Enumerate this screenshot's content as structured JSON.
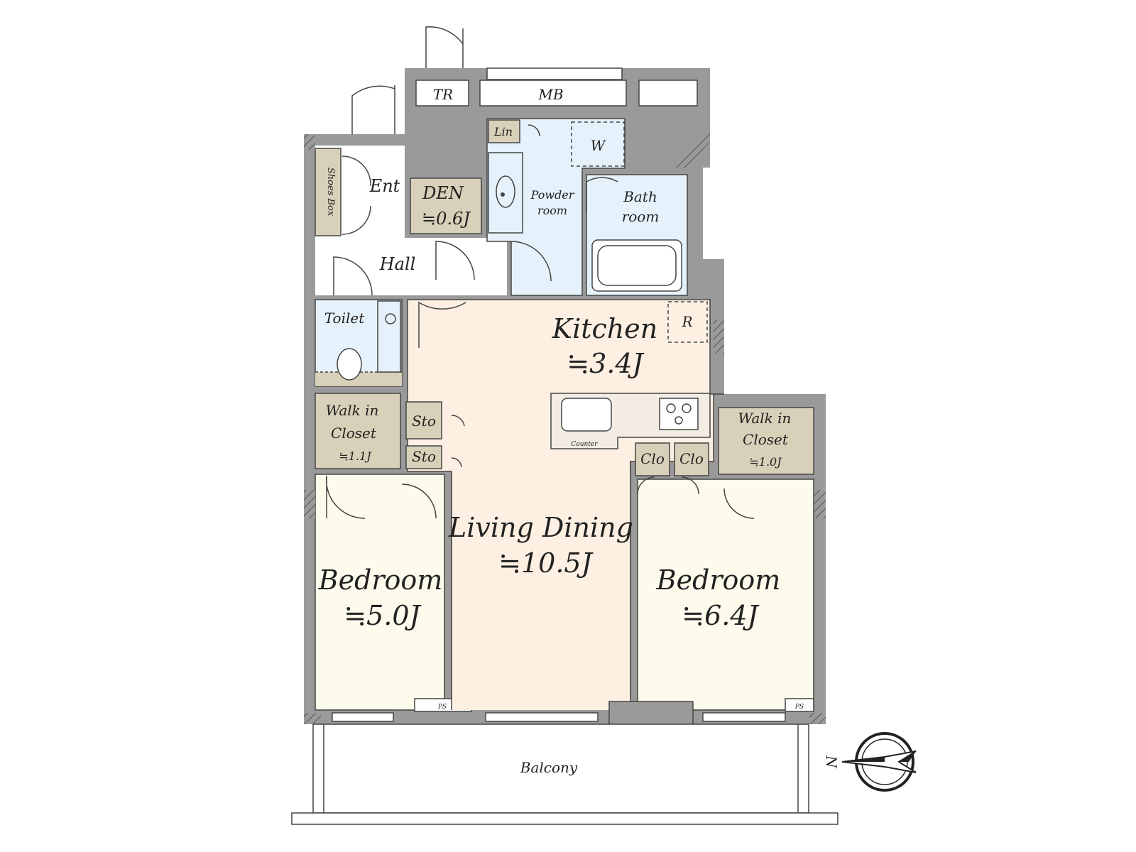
{
  "rooms": {
    "tr": "TR",
    "mb": "MB",
    "lin": "Lin",
    "w": "W",
    "ent": "Ent",
    "shoes_box": "Shoes Box",
    "den": "DEN",
    "den_size": "≒0.6J",
    "powder_line1": "Powder",
    "powder_line2": "room",
    "bath_line1": "Bath",
    "bath_line2": "room",
    "hall": "Hall",
    "toilet": "Toilet",
    "kitchen": "Kitchen",
    "kitchen_size": "≒3.4J",
    "r": "R",
    "counter": "Counter",
    "wic_left_line1": "Walk in",
    "wic_left_line2": "Closet",
    "wic_left_size": "≒1.1J",
    "sto_1": "Sto",
    "sto_2": "Sto",
    "clo_1": "Clo",
    "clo_2": "Clo",
    "wic_right_line1": "Walk in",
    "wic_right_line2": "Closet",
    "wic_right_size": "≒1.0J",
    "living": "Living Dining",
    "living_size": "≒10.5J",
    "bedroom_left": "Bedroom",
    "bedroom_left_size": "≒5.0J",
    "bedroom_right": "Bedroom",
    "bedroom_right_size": "≒6.4J",
    "ps_left": "PS",
    "ps_right": "PS",
    "balcony": "Balcony",
    "north": "N"
  },
  "colors": {
    "wall": "#9a9a9a",
    "living": "#fdf0e2",
    "bedroom": "#fdfbeb",
    "wet": "#e6f2fb",
    "storage": "#d8d0b9",
    "hall": "#ffffff"
  }
}
